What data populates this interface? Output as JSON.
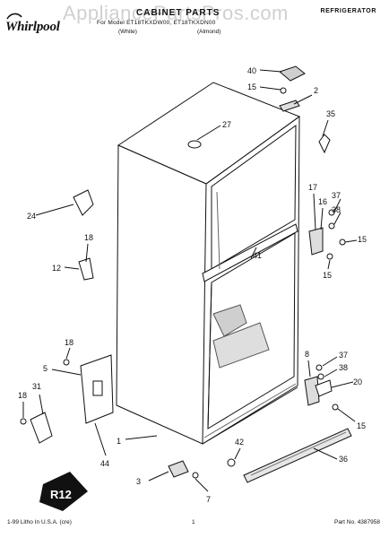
{
  "watermark": "AppliancePartsPros.com",
  "brand": "Whirlpool",
  "title": "CABINET PARTS",
  "category": "REFRIGERATOR",
  "parts_line": "For Model ET18TKXDW00, ET18TKXDN00",
  "variants": [
    "(White)",
    "(Almond)"
  ],
  "callouts": [
    "40",
    "15",
    "2",
    "35",
    "27",
    "17",
    "16",
    "37",
    "38",
    "15",
    "15",
    "24",
    "18",
    "12",
    "41",
    "18",
    "5",
    "31",
    "18",
    "8",
    "37",
    "38",
    "20",
    "15",
    "1",
    "44",
    "42",
    "36",
    "3",
    "7"
  ],
  "footer": {
    "left": "1-99 Litho In U.S.A. (cre)",
    "page": "1",
    "part_no": "Part No. 4387958"
  },
  "colors": {
    "ink": "#111111",
    "watermark": "#969696"
  },
  "icons": [
    "whirlpool-swoosh-icon",
    "r12-badge-icon"
  ]
}
